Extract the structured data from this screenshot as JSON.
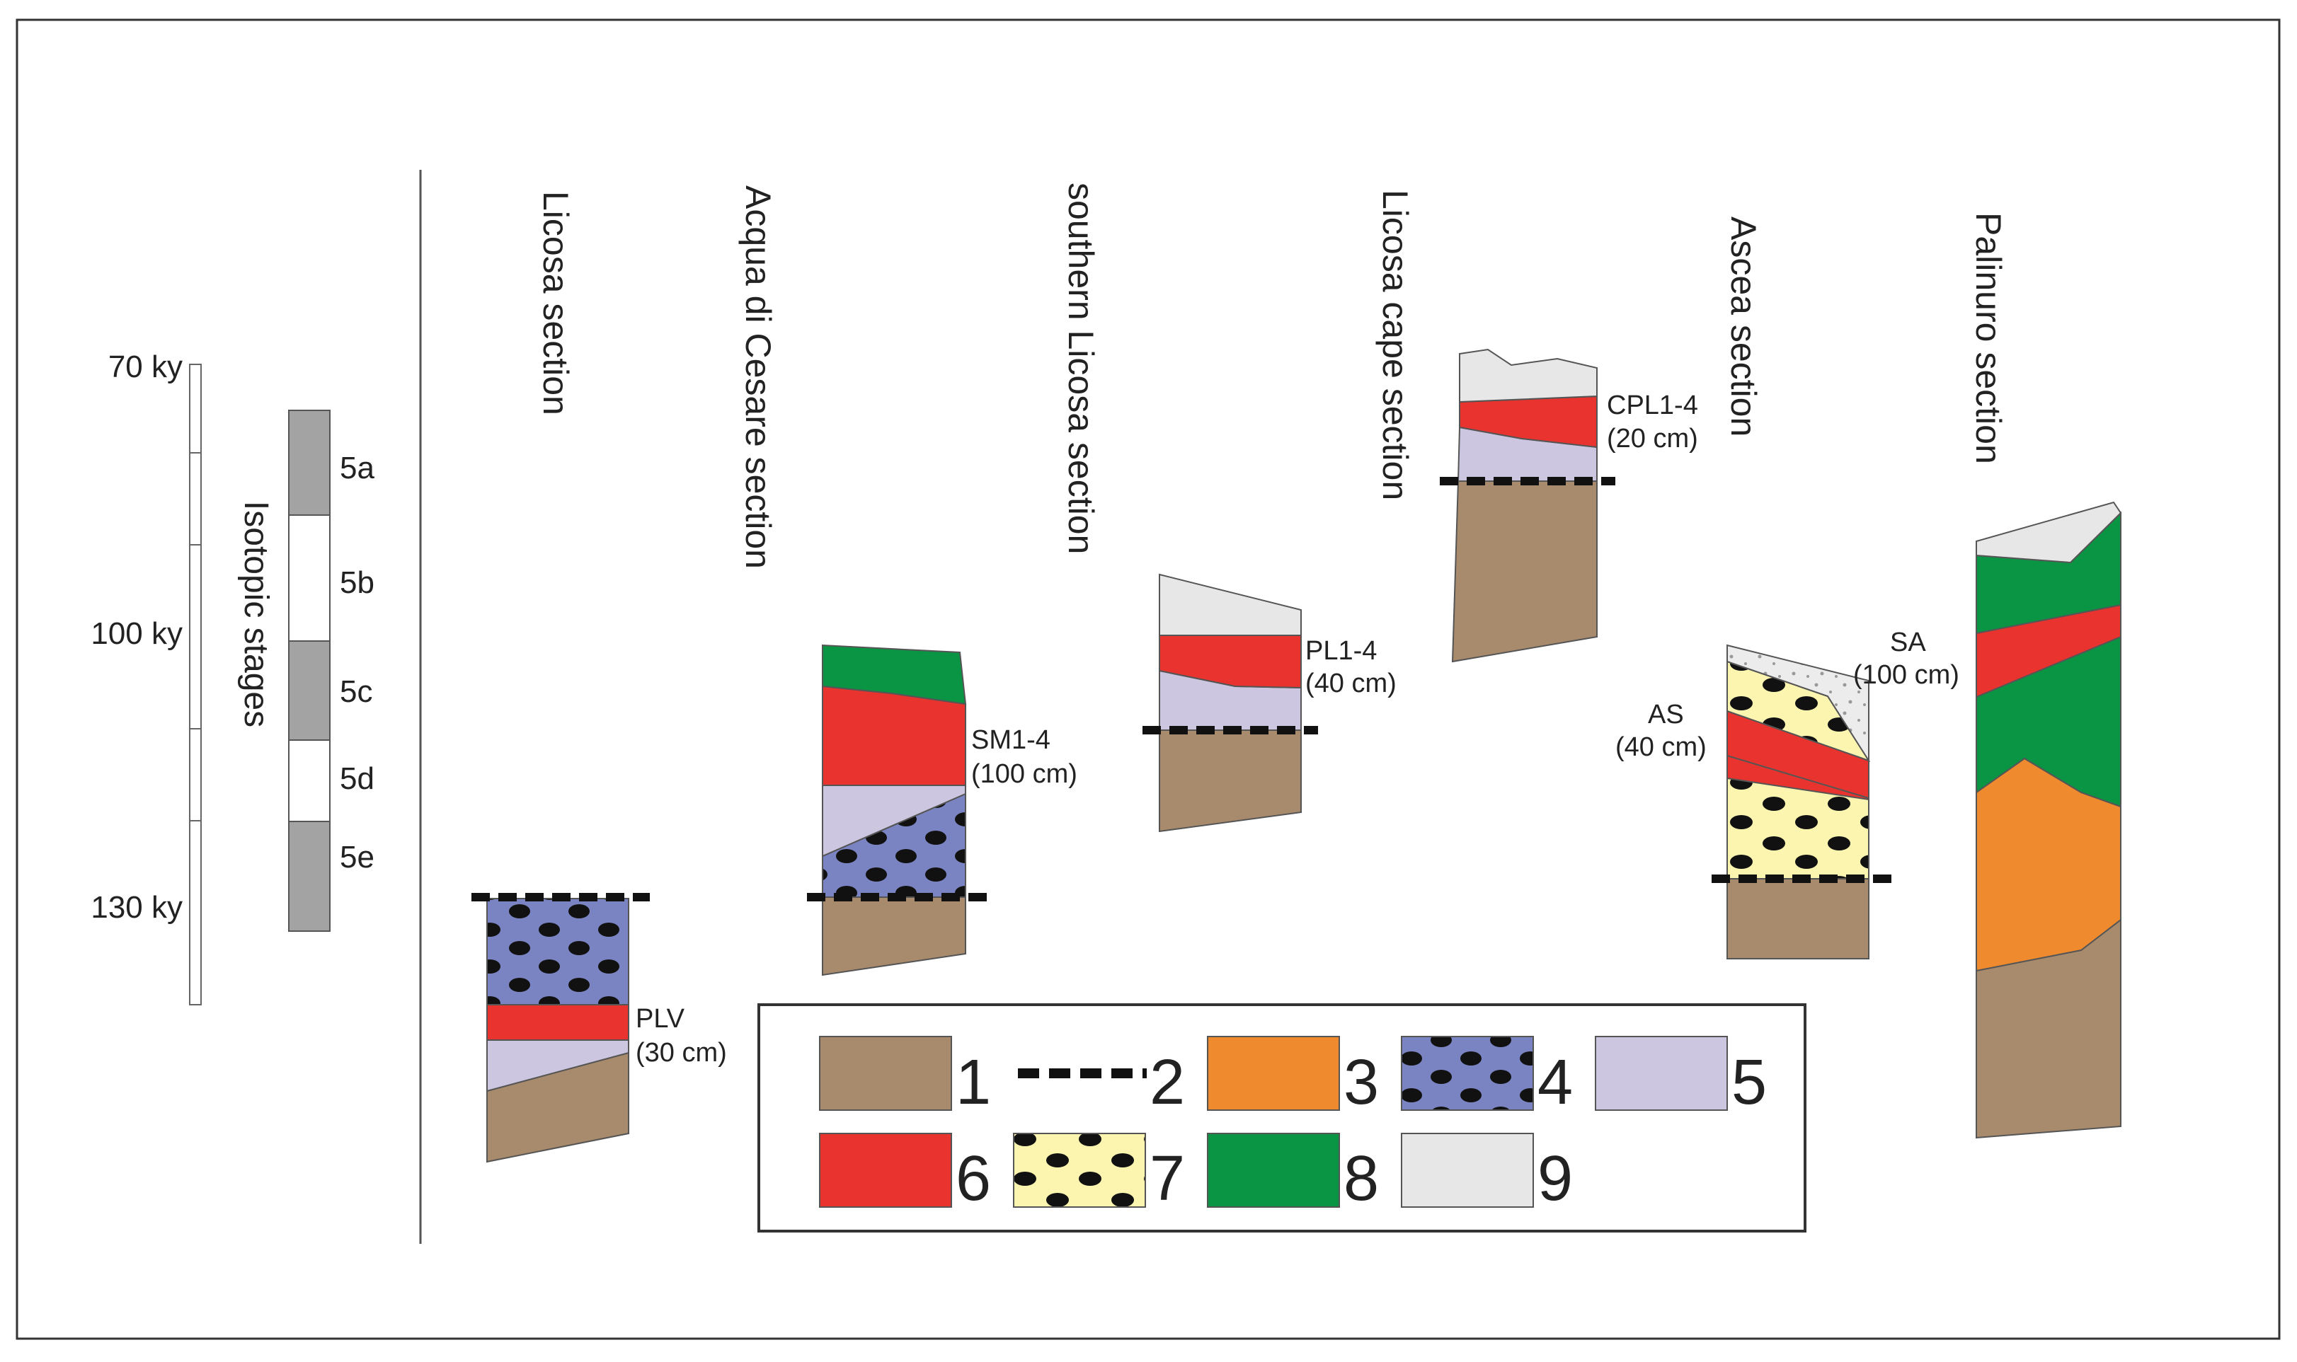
{
  "timescale": {
    "ticks": [
      "70 ky",
      "100 ky",
      "130 ky"
    ],
    "axis_title": "Isotopic stages",
    "stages": [
      "5a",
      "5b",
      "5c",
      "5d",
      "5e"
    ]
  },
  "sections": {
    "licosa": {
      "title": "Licosa section",
      "label": "PLV",
      "thickness": "(30 cm)"
    },
    "acqua": {
      "title": "Acqua di Cesare section",
      "label": "SM1-4",
      "thickness": "(100 cm)"
    },
    "southern": {
      "title": "southern Licosa section",
      "label": "PL1-4",
      "thickness": "(40 cm)"
    },
    "cape": {
      "title": "Licosa cape section",
      "label": "CPL1-4",
      "thickness": "(20 cm)"
    },
    "ascea": {
      "title": "Ascea section",
      "label": "AS",
      "thickness": "(40 cm)"
    },
    "palinuro": {
      "title": "Palinuro section",
      "label": "SA",
      "thickness": "(100 cm)"
    }
  },
  "legend": {
    "items": [
      {
        "number": "1",
        "unit": "brown-substrate",
        "color": "#A88A6C"
      },
      {
        "number": "2",
        "unit": "dashed-surface-line",
        "color": "#111111"
      },
      {
        "number": "3",
        "unit": "orange-unit",
        "color": "#F08A2E"
      },
      {
        "number": "4",
        "unit": "blue-dotted-unit",
        "color": "#7B84C2"
      },
      {
        "number": "5",
        "unit": "lavender-unit",
        "color": "#CCC6E0"
      },
      {
        "number": "6",
        "unit": "red-unit",
        "color": "#E8332E"
      },
      {
        "number": "7",
        "unit": "yellow-dotted-unit",
        "color": "#FCF5B0"
      },
      {
        "number": "8",
        "unit": "green-unit",
        "color": "#0A9544"
      },
      {
        "number": "9",
        "unit": "light-grey-unit",
        "color": "#E7E7E7"
      }
    ]
  }
}
